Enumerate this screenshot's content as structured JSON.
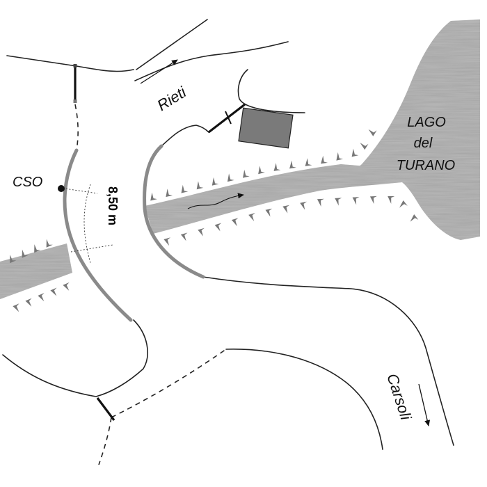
{
  "labels": {
    "rieti": "Rieti",
    "carsoli": "Carsoli",
    "cso": "CSO",
    "lake_line1": "LAGO",
    "lake_line2": "del",
    "lake_line3": "TURANO",
    "width_measure": "8,50 m"
  },
  "colors": {
    "water": "#a4a4a4",
    "embankment": "#8a8a8a",
    "building": "#7a7a7a",
    "road": "#222222",
    "bank_mark": "#777777"
  },
  "icons": {
    "direction": "arrow-icon",
    "cso_point": "dot-icon",
    "flow": "flow-arrow-icon"
  }
}
